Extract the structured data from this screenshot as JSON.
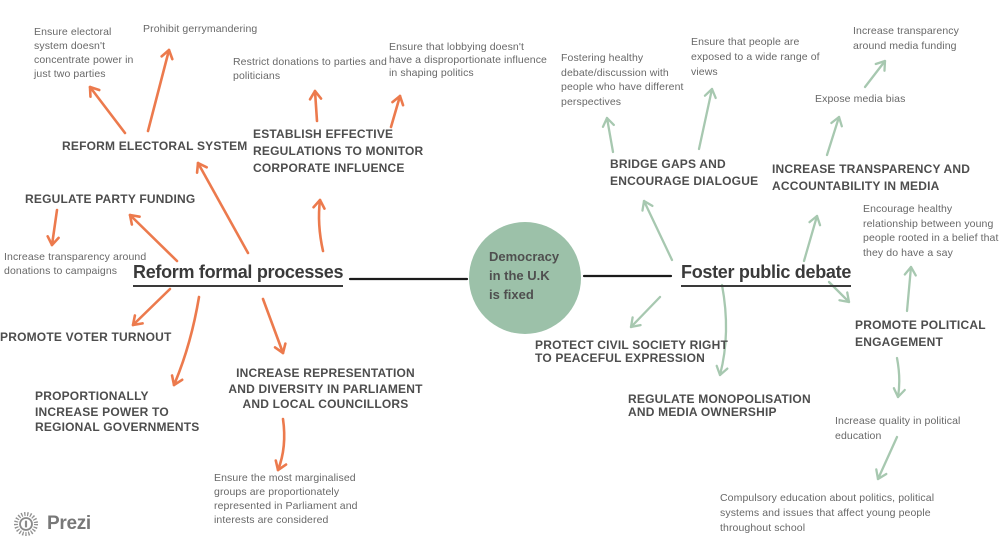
{
  "colors": {
    "left_branch_accent": "#ec7a4d",
    "right_branch_accent": "#a7c8b0",
    "center_circle_fill": "#9cc1a9",
    "heading_text": "#4d4d4d",
    "note_text": "#686868",
    "title_text": "#3a3a3a",
    "connector_line": "#1b1b1b"
  },
  "center": {
    "topic": "Democracy\nin the U.K\nis fixed"
  },
  "left": {
    "title": "Reform formal processes",
    "headings": [
      {
        "id": "reform-electoral-system",
        "text": "REFORM ELECTORAL SYSTEM"
      },
      {
        "id": "establish-regulations",
        "text": "ESTABLISH EFFECTIVE\nREGULATIONS TO MONITOR\nCORPORATE INFLUENCE"
      },
      {
        "id": "regulate-party-funding",
        "text": "REGULATE PARTY FUNDING"
      },
      {
        "id": "promote-voter-turnout",
        "text": "PROMOTE VOTER TURNOUT"
      },
      {
        "id": "regional-governments",
        "text": "PROPORTIONALLY\nINCREASE POWER TO\nREGIONAL GOVERNMENTS"
      },
      {
        "id": "increase-representation",
        "text": "INCREASE REPRESENTATION\nAND DIVERSITY IN PARLIAMENT\nAND LOCAL COUNCILLORS"
      }
    ],
    "notes": [
      {
        "id": "two-parties",
        "text": "Ensure electoral\nsystem doesn't\nconcentrate power in\njust two parties"
      },
      {
        "id": "prohibit-gerrymandering",
        "text": "Prohibit gerrymandering"
      },
      {
        "id": "restrict-donations",
        "text": "Restrict donations to parties and\npoliticians"
      },
      {
        "id": "lobbying-influence",
        "text": "Ensure that lobbying doesn't\nhave a disproportionate influence\nin shaping politics"
      },
      {
        "id": "campaign-donation-transparency",
        "text": "Increase transparency around\ndonations to campaigns"
      },
      {
        "id": "marginalised-groups",
        "text": "Ensure the most marginalised\ngroups are proportionately\nrepresented in Parliament and\ninterests are considered"
      }
    ]
  },
  "right": {
    "title": "Foster public debate",
    "headings": [
      {
        "id": "bridge-gaps",
        "text": "BRIDGE GAPS AND\nENCOURAGE DIALOGUE"
      },
      {
        "id": "media-transparency",
        "text": "INCREASE TRANSPARENCY AND\nACCOUNTABILITY IN MEDIA"
      },
      {
        "id": "civil-society",
        "text": "PROTECT CIVIL SOCIETY RIGHT\nTO PEACEFUL EXPRESSION"
      },
      {
        "id": "media-ownership",
        "text": "REGULATE MONOPOLISATION\nAND MEDIA OWNERSHIP"
      },
      {
        "id": "political-engagement",
        "text": "PROMOTE POLITICAL\nENGAGEMENT"
      }
    ],
    "notes": [
      {
        "id": "healthy-debate",
        "text": "Fostering healthy\ndebate/discussion with\npeople who have different\nperspectives"
      },
      {
        "id": "wide-range-of-views",
        "text": "Ensure that people are\nexposed to a wide range of\nviews"
      },
      {
        "id": "media-funding-transparency",
        "text": "Increase transparency\naround media funding"
      },
      {
        "id": "expose-media-bias",
        "text": "Expose media bias"
      },
      {
        "id": "young-people-say",
        "text": "Encourage healthy\nrelationship between young\npeople rooted in a belief that\nthey do have a say"
      },
      {
        "id": "political-education-quality",
        "text": "Increase quality in political\neducation"
      },
      {
        "id": "compulsory-education",
        "text": "Compulsory education about politics, political\nsystems and issues that affect young people\nthroughout school"
      }
    ]
  },
  "connections": [
    {
      "from": "democracy-topic",
      "to": "reform-formal-processes"
    },
    {
      "from": "democracy-topic",
      "to": "foster-public-debate"
    },
    {
      "from": "reform-formal-processes",
      "to": "reform-electoral-system"
    },
    {
      "from": "reform-formal-processes",
      "to": "establish-regulations"
    },
    {
      "from": "reform-formal-processes",
      "to": "regulate-party-funding"
    },
    {
      "from": "reform-formal-processes",
      "to": "promote-voter-turnout"
    },
    {
      "from": "reform-formal-processes",
      "to": "regional-governments"
    },
    {
      "from": "reform-formal-processes",
      "to": "increase-representation"
    },
    {
      "from": "reform-electoral-system",
      "to": "two-parties"
    },
    {
      "from": "reform-electoral-system",
      "to": "prohibit-gerrymandering"
    },
    {
      "from": "establish-regulations",
      "to": "restrict-donations"
    },
    {
      "from": "establish-regulations",
      "to": "lobbying-influence"
    },
    {
      "from": "regulate-party-funding",
      "to": "campaign-donation-transparency"
    },
    {
      "from": "increase-representation",
      "to": "marginalised-groups"
    },
    {
      "from": "foster-public-debate",
      "to": "bridge-gaps"
    },
    {
      "from": "foster-public-debate",
      "to": "media-transparency"
    },
    {
      "from": "foster-public-debate",
      "to": "civil-society"
    },
    {
      "from": "foster-public-debate",
      "to": "media-ownership"
    },
    {
      "from": "foster-public-debate",
      "to": "political-engagement"
    },
    {
      "from": "bridge-gaps",
      "to": "healthy-debate"
    },
    {
      "from": "bridge-gaps",
      "to": "wide-range-of-views"
    },
    {
      "from": "media-transparency",
      "to": "expose-media-bias"
    },
    {
      "from": "expose-media-bias",
      "to": "media-funding-transparency"
    },
    {
      "from": "political-engagement",
      "to": "young-people-say"
    },
    {
      "from": "political-engagement",
      "to": "political-education-quality"
    },
    {
      "from": "political-education-quality",
      "to": "compulsory-education"
    }
  ],
  "logo": {
    "wordmark": "Prezi"
  }
}
